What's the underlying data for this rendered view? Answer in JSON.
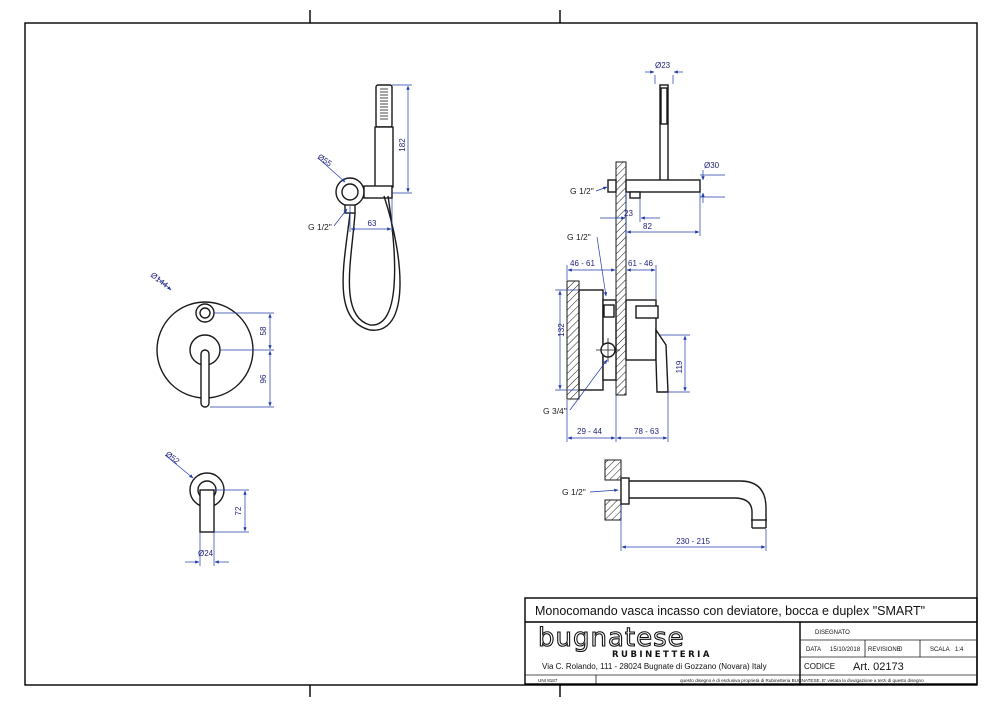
{
  "title_block": {
    "title": "Monocomando vasca incasso con deviatore, bocca e duplex \"SMART\"",
    "brand": "bugnatese",
    "brand_sub": "RUBINETTERIA",
    "address": "Via C. Rolando, 111 - 28024 Bugnate di Gozzano (Novara) Italy",
    "disegnato_label": "DISEGNATO",
    "disegnato_value": "",
    "data_label": "DATA",
    "data_value": "15/10/2018",
    "revisione_label": "REVISIONE",
    "revisione_value": "0",
    "scala_label": "SCALA",
    "scala_value": "1:4",
    "codice_label": "CODICE",
    "codice_value": "Art. 02173",
    "standard": "UNI 8187",
    "notice": "questo disegno è di esclusiva proprietà di Rubinetteria BUGNATESE. E' vietata la divulgazione a terzi di questo disegno"
  },
  "dimensions": {
    "hs_len": "182",
    "hs_dia": "Ø55",
    "hs_off": "63",
    "hs_thread": "G 1/2\"",
    "plate_dia": "Ø144",
    "plate_58": "58",
    "plate_96": "96",
    "rose_dia": "Ø52",
    "rose_72": "72",
    "rose_pin": "Ø24",
    "sv_top": "Ø23",
    "sv_outlet": "Ø30",
    "sv_thread1": "G 1/2\"",
    "sv_23": "23",
    "sv_82": "82",
    "sv_thread2": "G 1/2\"",
    "sv_46_61": "46 - 61",
    "sv_61_46": "61 - 46",
    "sv_132": "132",
    "sv_119": "119",
    "sv_thread3": "G 3/4\"",
    "sv_29_44": "29 - 44",
    "sv_78_63": "78 - 63",
    "sp_thread": "G 1/2\"",
    "sp_len": "230 - 215"
  }
}
